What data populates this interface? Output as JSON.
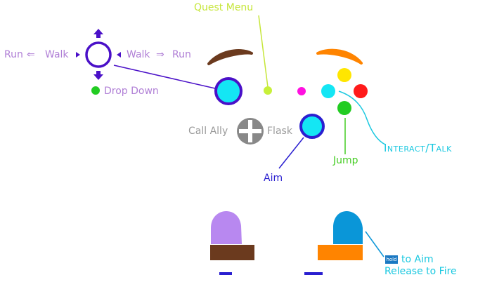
{
  "labels": {
    "quest_menu": "Quest Menu",
    "run_left": "Run",
    "walk_left": "Walk",
    "walk_right": "Walk",
    "run_right": "Run",
    "drop_down": "Drop Down",
    "call_ally": "Call Ally",
    "flask": "Flask",
    "aim": "Aim",
    "jump": "Jump",
    "interact_talk": "Interact/Talk",
    "hold_icon": "hold",
    "to_aim": "to Aim",
    "release_to_fire": "Release to Fire"
  },
  "colors": {
    "left_stick_ring": "#4a10c8",
    "stick_center": "#14e6f4",
    "face_yellow": "#ffe600",
    "face_red": "#ff1a1a",
    "face_green": "#22cc22",
    "face_cyan": "#14e6f4",
    "share_button": "#c8f03a",
    "options_button": "#ff10e0",
    "left_bumper": "#6b3a1e",
    "right_bumper": "#ff8400",
    "left_trigger": "#b888f0",
    "right_trigger": "#0a96d8",
    "dpad": "#888888",
    "callout_purple": "#4a10c8",
    "callout_lime": "#c6e63a",
    "callout_blue": "#2a1fd0",
    "callout_green": "#44cc22",
    "callout_cyan": "#1ac8e0"
  },
  "icons": [
    "dpad-arrow-up-icon",
    "dpad-arrow-down-icon",
    "arrow-left-icon",
    "arrow-right-icon",
    "dpad-cross-icon",
    "hold-button-icon"
  ]
}
